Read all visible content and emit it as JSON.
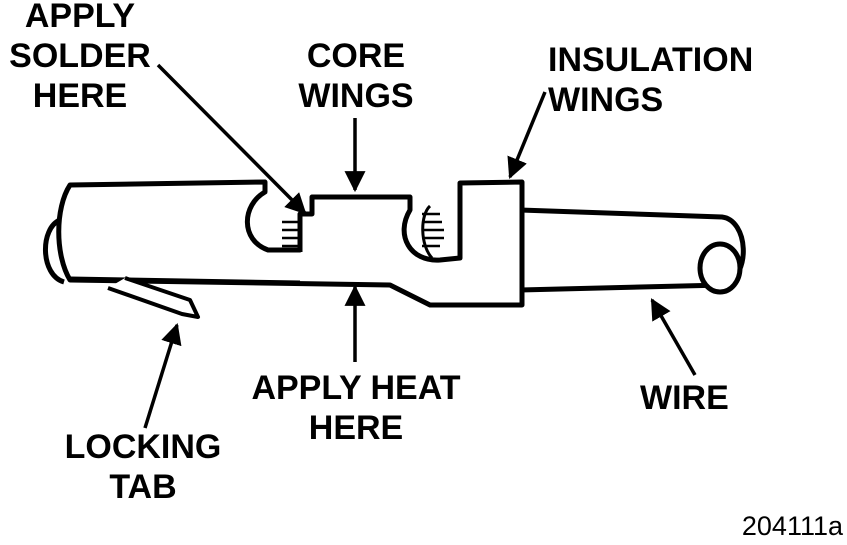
{
  "labels": {
    "apply_solder": [
      "APPLY",
      "SOLDER",
      "HERE"
    ],
    "core_wings": [
      "CORE",
      "WINGS"
    ],
    "insulation_wings": [
      "INSULATION",
      "WINGS"
    ],
    "apply_heat": [
      "APPLY HEAT",
      "HERE"
    ],
    "wire": "WIRE",
    "locking_tab": [
      "LOCKING",
      "TAB"
    ]
  },
  "figure_id": "204111a",
  "colors": {
    "ink": "#000000",
    "paper": "#ffffff"
  }
}
